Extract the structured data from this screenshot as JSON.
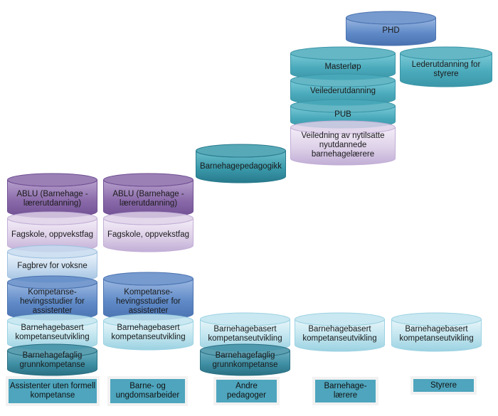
{
  "title": "Kompetanseutviklingstrapp for barnehageansatte",
  "columns": [
    {
      "id": "assistenter",
      "role_label": "Assistenter uten formell kompetanse",
      "stack": [
        {
          "label": "ABLU (Barnehage - lærerutdanning)",
          "style": "purple"
        },
        {
          "label": "Fagskole, oppvekstfag",
          "style": "lilac"
        },
        {
          "label": "Fagbrev for voksne",
          "style": "paleblue"
        },
        {
          "label": "Kompetanse-hevingsstudier for assistenter",
          "style": "blue"
        },
        {
          "label": "Barnehagebasert kompetanseutvikling",
          "style": "lightcyan"
        },
        {
          "label": "Barnehagefaglig grunnkompetanse",
          "style": "darkteal"
        }
      ]
    },
    {
      "id": "barne-og-ungdomsarbeider",
      "role_label": "Barne- og ungdomsarbeider",
      "stack": [
        {
          "label": "ABLU (Barnehage - lærerutdanning)",
          "style": "purple"
        },
        {
          "label": "Fagskole, oppvekstfag",
          "style": "lilac"
        },
        {
          "label": "Kompetanse-hevingsstudier for assistenter",
          "style": "blue"
        },
        {
          "label": "Barnehagebasert kompetanseutvikling",
          "style": "lightcyan"
        }
      ]
    },
    {
      "id": "andre-pedagoger",
      "role_label": "Andre pedagoger",
      "stack": [
        {
          "label": "Barnehagepedagogikk",
          "style": "teal"
        },
        {
          "label": "Barnehagebasert kompetanseutvikling",
          "style": "lightcyan"
        },
        {
          "label": "Barnehagefaglig grunnkompetanse",
          "style": "darkteal"
        }
      ]
    },
    {
      "id": "barnehagelaerere",
      "role_label": "Barnehage-lærere",
      "stack": [
        {
          "label": "PHD",
          "style": "blue"
        },
        {
          "label": "Masterløp",
          "style": "teal2"
        },
        {
          "label": "Veilederutdanning",
          "style": "teal2"
        },
        {
          "label": "PUB",
          "style": "teal2"
        },
        {
          "label": "Veiledning av nytilsatte nyutdannede barnehagelærere",
          "style": "lilac"
        },
        {
          "label": "Barnehagebasert kompetanseutvikling",
          "style": "lightcyan"
        }
      ]
    },
    {
      "id": "styrere",
      "role_label": "Styrere",
      "stack": [
        {
          "label": "Lederutdanning for styrere",
          "style": "teal2"
        },
        {
          "label": "Barnehagebasert kompetanseutvikling",
          "style": "lightcyan"
        }
      ]
    }
  ],
  "palette": {
    "purple": [
      "#b9a3cf",
      "#8a6aa9",
      "#6f4f92"
    ],
    "lilac": [
      "#f4eef8",
      "#ddd0e8",
      "#c2aed6"
    ],
    "paleblue": [
      "#eef5fb",
      "#c6dbef",
      "#9fc0e0"
    ],
    "blue": [
      "#9db9e2",
      "#5f8ac7",
      "#4a72b0"
    ],
    "lightcyan": [
      "#e8f6fa",
      "#bfe4ee",
      "#9bd2e2"
    ],
    "darkteal": [
      "#6fb0c2",
      "#3e8ea3",
      "#2a6f82"
    ],
    "teal": [
      "#6ebfcc",
      "#3a9aab",
      "#27798b"
    ],
    "teal2": [
      "#7ccbd8",
      "#4aaabb",
      "#3a96a8"
    ],
    "role": "#4ea5bd",
    "role_bg": "#f2f2f2"
  }
}
